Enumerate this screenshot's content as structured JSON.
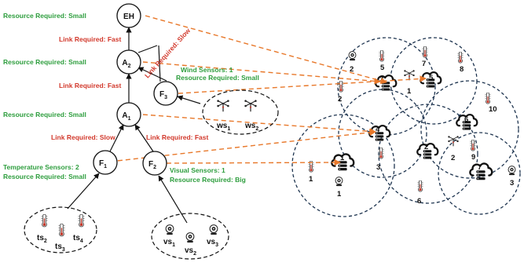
{
  "colors": {
    "green": "#2e9e3e",
    "red": "#d2392c",
    "orange": "#e8782a",
    "ink": "#111111",
    "sensor_red": "#c0392b"
  },
  "icons": {
    "temperature_sensor": "thermometer-icon",
    "visual_sensor": "camera-icon",
    "wind_sensor": "anemometer-icon",
    "fog_node": "cloud-server-icon"
  },
  "nodes": {
    "eh": {
      "main": "EH",
      "sub": ""
    },
    "a2": {
      "main": "A",
      "sub": "2"
    },
    "f3": {
      "main": "F",
      "sub": "3"
    },
    "a1": {
      "main": "A",
      "sub": "1"
    },
    "f1": {
      "main": "F",
      "sub": "1"
    },
    "f2": {
      "main": "F",
      "sub": "2"
    }
  },
  "labels": {
    "res_eh": "Resource Required: Small",
    "link_eh_a2": "Link Required: Fast",
    "link_eh_f3": "Link Required: Slow",
    "res_a2": "Resource Required: Small",
    "wind_sensors": "Wind Sensors: 1",
    "res_f3": "Resource Required: Small",
    "link_a2_a1": "Link Required: Fast",
    "res_a1": "Resource Required: Small",
    "link_a1_f1": "Link Required: Slow",
    "link_a1_f2": "Link Required: Fast",
    "temp_sensors": "Temperature Sensors: 2",
    "res_f1": "Resource Required: Small",
    "visual_sensors": "Visual Sensors: 1",
    "res_f2": "Resource Required: Big"
  },
  "sensor_groups": {
    "wind": [
      {
        "main": "ws",
        "sub": "1"
      },
      {
        "main": "ws",
        "sub": "2"
      }
    ],
    "temperature": [
      {
        "main": "ts",
        "sub": "2"
      },
      {
        "main": "ts",
        "sub": "3"
      },
      {
        "main": "ts",
        "sub": "4"
      }
    ],
    "visual": [
      {
        "main": "vs",
        "sub": "1"
      },
      {
        "main": "vs",
        "sub": "2"
      },
      {
        "main": "vs",
        "sub": "3"
      }
    ]
  },
  "network": {
    "fog_nodes": [
      "1",
      "2",
      "3",
      "4",
      "5",
      "6",
      "7"
    ],
    "sensor_numbers": [
      "1",
      "1",
      "1",
      "2",
      "2",
      "3",
      "3",
      "5",
      "6",
      "7",
      "8",
      "9",
      "10"
    ]
  }
}
